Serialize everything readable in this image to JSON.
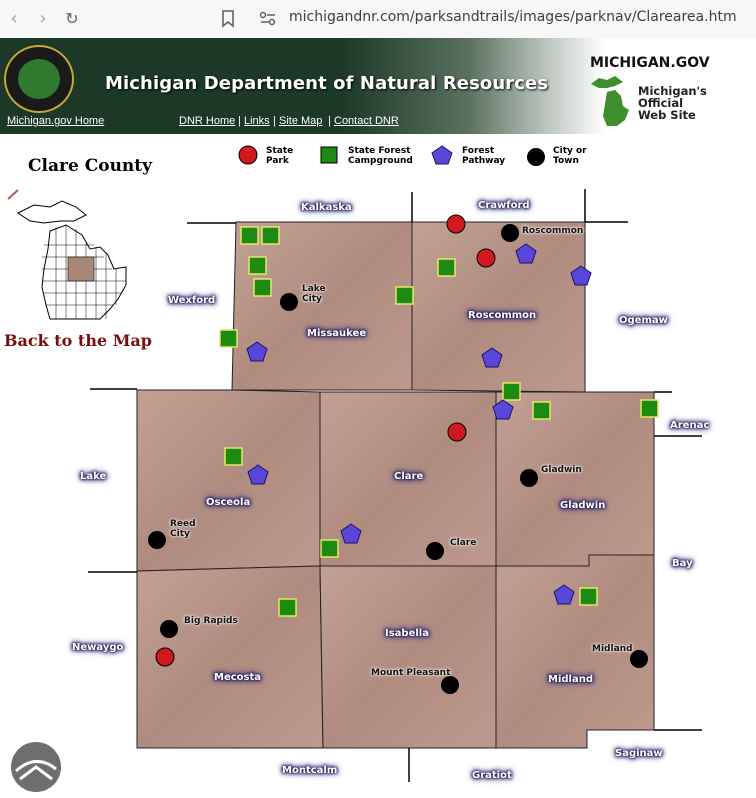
{
  "browser": {
    "url": "michigandnr.com/parksandtrails/images/parknav/Clarearea.htm"
  },
  "header": {
    "title": "Michigan Department of Natural Resources",
    "links": [
      "Michigan.gov Home",
      "DNR Home",
      "Links",
      "Site Map",
      "Contact DNR"
    ],
    "michigan_gov": "MICHIGAN.GOV",
    "official_lines": [
      "Michigan's",
      "Official",
      "Web Site"
    ]
  },
  "page": {
    "title": "Clare County",
    "back_link": "Back to the Map"
  },
  "legend": [
    {
      "lines": [
        "State",
        "Park"
      ],
      "icon": "red-circle-icon"
    },
    {
      "lines": [
        "State Forest",
        "Campground"
      ],
      "icon": "green-square-icon"
    },
    {
      "lines": [
        "Forest",
        "Pathway"
      ],
      "icon": "blue-pentagon-icon"
    },
    {
      "lines": [
        "City or",
        "Town"
      ],
      "icon": "black-circle-icon"
    }
  ],
  "counties": [
    "Missaukee",
    "Roscommon",
    "Osceola",
    "Clare",
    "Gladwin",
    "Mecosta",
    "Isabella",
    "Midland"
  ],
  "surrounding": [
    "Kalkaska",
    "Crawford",
    "Wexford",
    "Ogemaw",
    "Arenac",
    "Lake",
    "Bay",
    "Newaygo",
    "Montcalm",
    "Gratiot",
    "Saginaw"
  ],
  "cities": [
    "Lake City",
    "Roscommon",
    "Gladwin",
    "Reed City",
    "Clare",
    "Big Rapids",
    "Mount Pleasant",
    "Midland"
  ],
  "colors": {
    "header_dark": "#1c3826",
    "map_fill": "#b8958a",
    "park": "#d0191e",
    "campground": "#1d8a14",
    "pathway": "#5a46d9",
    "city": "#000000",
    "back_link": "#7a0d0d"
  }
}
